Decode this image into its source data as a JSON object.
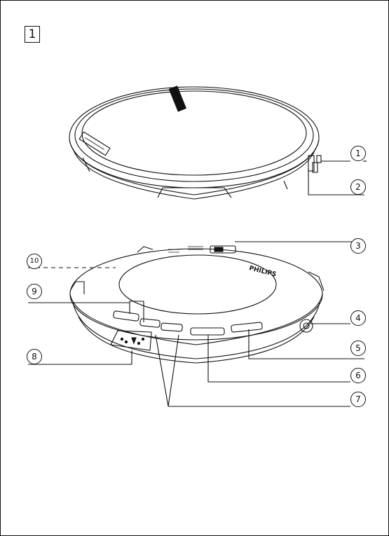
{
  "figure": {
    "number": "1"
  },
  "brand_logo": "PHILIPS",
  "callouts": [
    {
      "id": "1",
      "label": "1"
    },
    {
      "id": "2",
      "label": "2"
    },
    {
      "id": "3",
      "label": "3"
    },
    {
      "id": "4",
      "label": "4"
    },
    {
      "id": "5",
      "label": "5"
    },
    {
      "id": "6",
      "label": "6"
    },
    {
      "id": "7",
      "label": "7"
    },
    {
      "id": "8",
      "label": "8"
    },
    {
      "id": "9",
      "label": "9"
    },
    {
      "id": "10",
      "label": "10"
    }
  ],
  "colors": {
    "line": "#111111",
    "background": "#ffffff"
  }
}
